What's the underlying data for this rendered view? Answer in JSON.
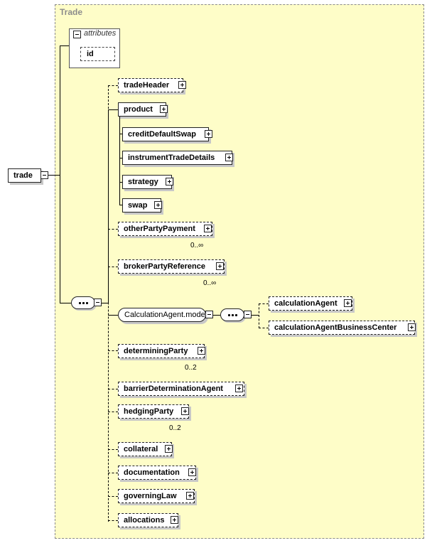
{
  "diagram": {
    "group_title": "Trade",
    "root": "trade",
    "attributes": {
      "label": "attributes",
      "items": [
        "id"
      ]
    },
    "elements": {
      "tradeHeader": "tradeHeader",
      "product": "product",
      "creditDefaultSwap": "creditDefaultSwap",
      "instrumentTradeDetails": "instrumentTradeDetails",
      "strategy": "strategy",
      "swap": "swap",
      "otherPartyPayment": "otherPartyPayment",
      "brokerPartyReference": "brokerPartyReference",
      "calculationAgentModel": "CalculationAgent.model",
      "calculationAgent": "calculationAgent",
      "calculationAgentBusinessCenter": "calculationAgentBusinessCenter",
      "determiningParty": "determiningParty",
      "barrierDeterminationAgent": "barrierDeterminationAgent",
      "hedgingParty": "hedgingParty",
      "collateral": "collateral",
      "documentation": "documentation",
      "governingLaw": "governingLaw",
      "allocations": "allocations"
    },
    "cardinalities": {
      "otherPartyPayment": "0..∞",
      "brokerPartyReference": "0..∞",
      "determiningParty": "0..2",
      "hedgingParty": "0..2"
    }
  }
}
